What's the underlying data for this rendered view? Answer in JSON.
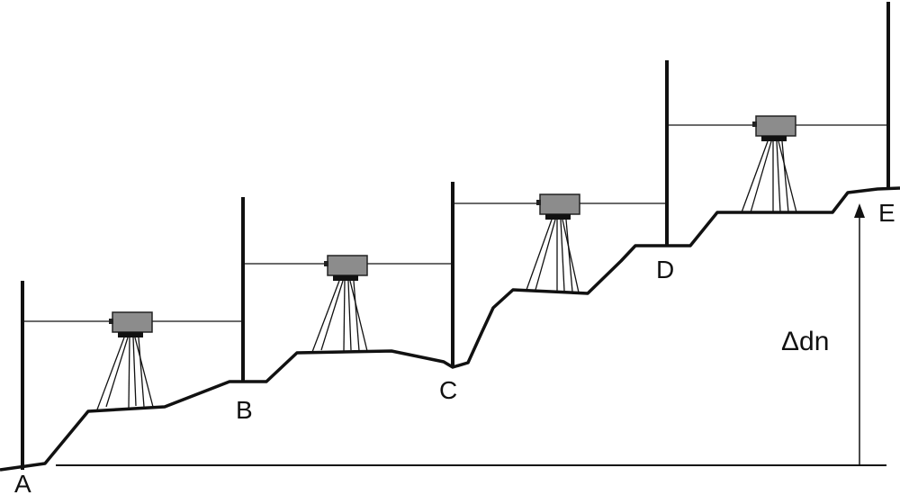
{
  "diagram": {
    "points": [
      {
        "id": "A",
        "label": "A"
      },
      {
        "id": "B",
        "label": "B"
      },
      {
        "id": "C",
        "label": "C"
      },
      {
        "id": "D",
        "label": "D"
      },
      {
        "id": "E",
        "label": "E"
      }
    ],
    "height_difference_label": "Δdn",
    "colors": {
      "line": "#111111",
      "level_body": "#8c8c8c",
      "level_outline": "#222222"
    },
    "icons": {
      "instrument": "surveying-level-icon",
      "staff": "leveling-staff",
      "arrow": "arrow-up-icon"
    }
  }
}
